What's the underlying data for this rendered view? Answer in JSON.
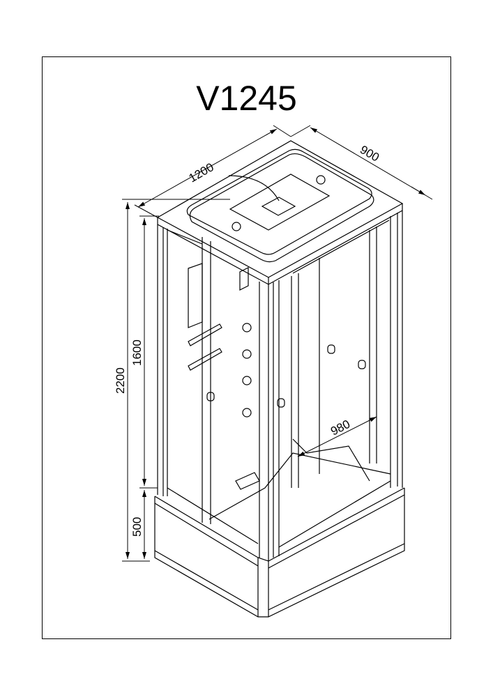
{
  "title": "V1245",
  "dimensions": {
    "length": "1200",
    "width": "900",
    "total_height": "2200",
    "cabin_height": "1600",
    "tray_height": "500",
    "door_width": "980"
  }
}
